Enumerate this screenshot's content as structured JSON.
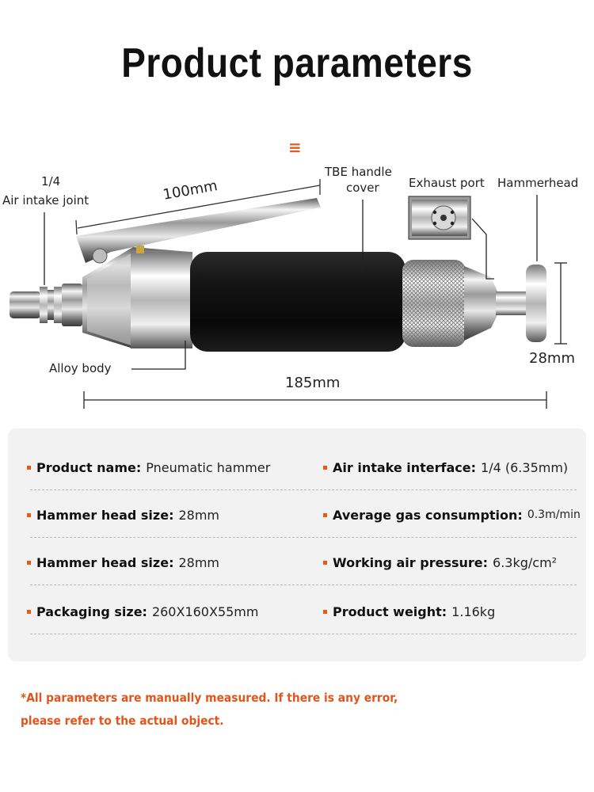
{
  "title": "Product parameters",
  "accent_color": "#e85a1c",
  "menu_icon": "menu-icon",
  "diagram": {
    "labels": {
      "air_intake_size": "1/4",
      "air_intake_joint": "Air intake joint",
      "length_100": "100mm",
      "tbe_line1": "TBE handle",
      "tbe_line2": "cover",
      "exhaust_port": "Exhaust port",
      "hammerhead": "Hammerhead",
      "alloy_body": "Alloy body",
      "length_185": "185mm",
      "head_28": "28mm"
    }
  },
  "specs": [
    {
      "left": {
        "key": "Product name:",
        "value": "Pneumatic hammer"
      },
      "right": {
        "key": "Air intake interface:",
        "value": "1/4 (6.35mm)"
      }
    },
    {
      "left": {
        "key": "Hammer head size:",
        "value": "28mm"
      },
      "right": {
        "key": "Average gas consumption:",
        "value": "0.3m/min"
      }
    },
    {
      "left": {
        "key": "Hammer head size:",
        "value": "28mm"
      },
      "right": {
        "key": "Working air pressure:",
        "value": "6.3kg/cm²"
      }
    },
    {
      "left": {
        "key": "Packaging size:",
        "value": "260X160X55mm"
      },
      "right": {
        "key": "Product weight:",
        "value": "1.16kg"
      }
    }
  ],
  "notes": {
    "line1": "*All parameters are manually measured. If there is any error,",
    "line2": "please refer to the actual object."
  }
}
